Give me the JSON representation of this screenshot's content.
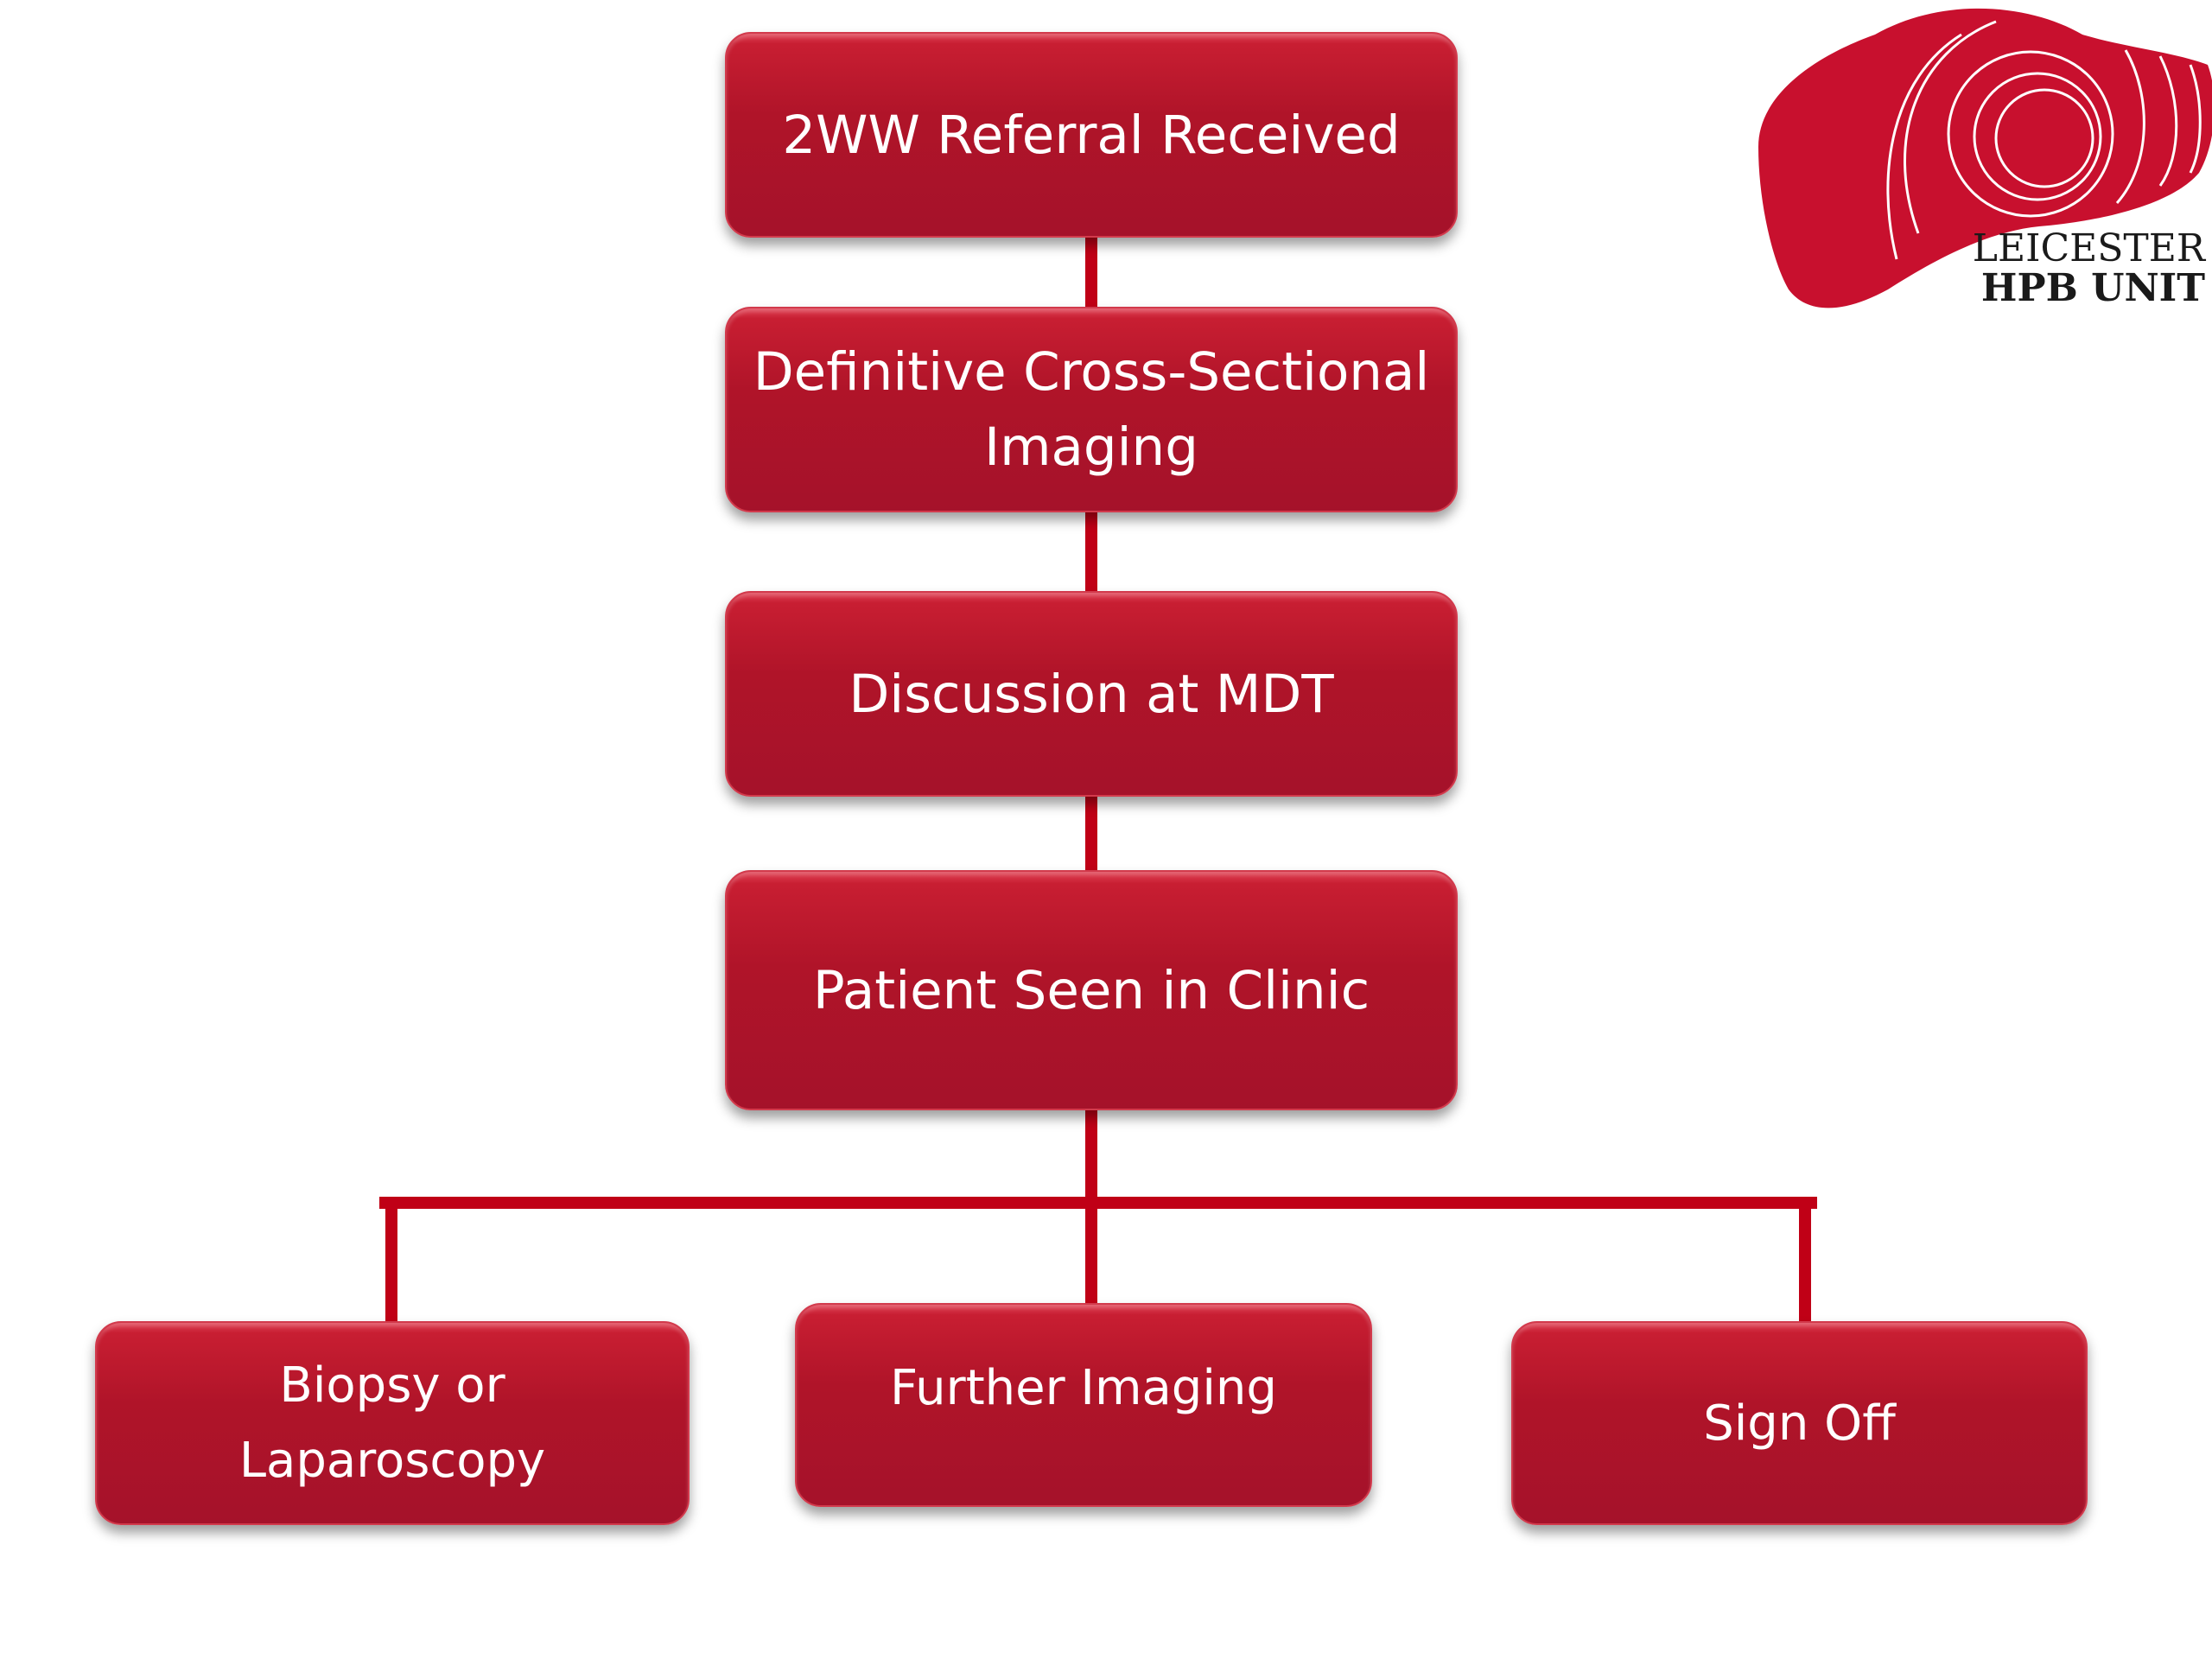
{
  "diagram": {
    "nodes": [
      {
        "id": "referral",
        "label": "2WW Referral Received"
      },
      {
        "id": "imaging",
        "label": "Definitive Cross-Sectional Imaging"
      },
      {
        "id": "mdt",
        "label": "Discussion at MDT"
      },
      {
        "id": "clinic",
        "label": "Patient Seen in Clinic"
      },
      {
        "id": "biopsy",
        "label": "Biopsy or Laparoscopy"
      },
      {
        "id": "further",
        "label": "Further Imaging"
      },
      {
        "id": "signoff",
        "label": "Sign Off"
      }
    ],
    "edges": [
      {
        "from": "referral",
        "to": "imaging"
      },
      {
        "from": "imaging",
        "to": "mdt"
      },
      {
        "from": "mdt",
        "to": "clinic"
      },
      {
        "from": "clinic",
        "to": "biopsy"
      },
      {
        "from": "clinic",
        "to": "further"
      },
      {
        "from": "clinic",
        "to": "signoff"
      }
    ]
  },
  "logo": {
    "line1": "LEICESTER",
    "line2_bold": "HPB",
    "line2_rest": " UNIT"
  },
  "colors": {
    "box_fill": "#a5122a",
    "connector": "#c00016",
    "logo_red": "#c8102e"
  }
}
